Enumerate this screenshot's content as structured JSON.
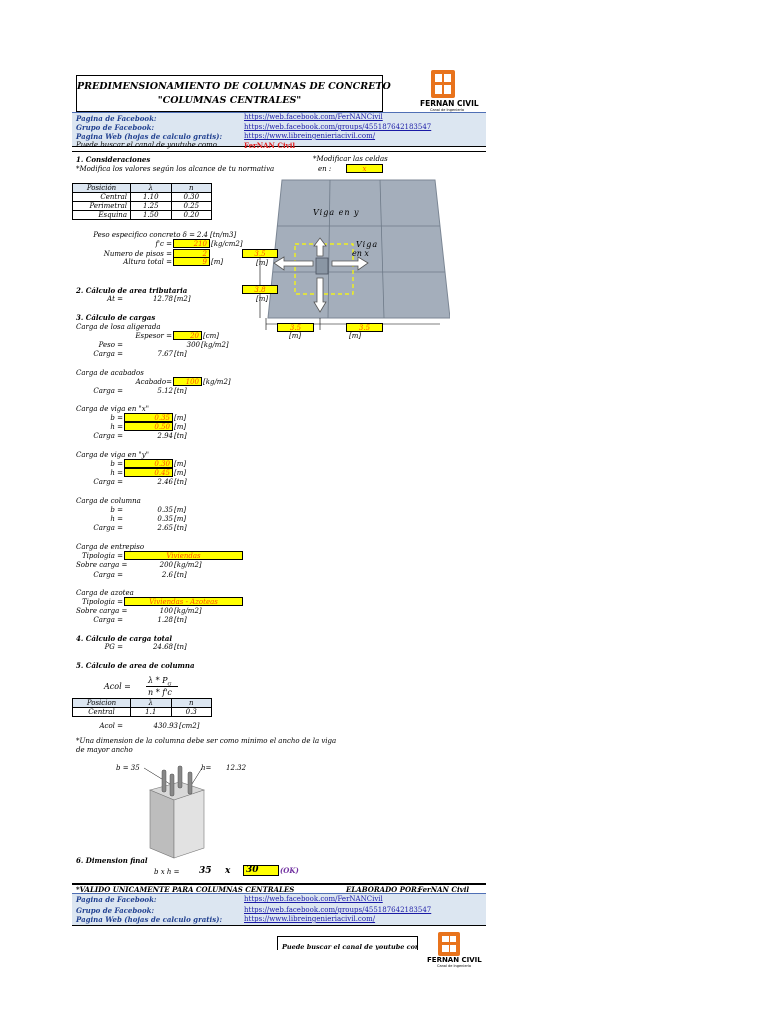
{
  "title": {
    "line1": "PREDIMENSIONAMIENTO DE COLUMNAS DE CONCRETO",
    "line2": "\"COLUMNAS CENTRALES\""
  },
  "logo": {
    "name": "FERNAN CIVIL",
    "sub": "Canal de Ingeniería"
  },
  "links": {
    "facebook_page_label": "Pagina de Facebook:",
    "facebook_page_url": "https://web.facebook.com/FerNANCivil",
    "facebook_group_label": "Grupo de Facebook:",
    "facebook_group_url": "https://web.facebook.com/groups/455187642183547",
    "web_label": "Pagina Web (hojas de calculo gratis):",
    "web_url": "https://www.libreingenieriacivil.com/",
    "youtube_label": "Puede buscar el canal de youtube como",
    "youtube_value": "FerNAN Civil"
  },
  "s1": {
    "heading": "1. Consideraciones",
    "note": "*Modifica los valores según los alcance de tu normativa",
    "modify_note": "*Modificar las celdas",
    "modify_en": "en :",
    "modify_cell": "x",
    "table": {
      "headers": [
        "Posición",
        "λ",
        "n"
      ],
      "rows": [
        [
          "Central",
          "1.10",
          "0.30"
        ],
        [
          "Perimetral",
          "1.25",
          "0.25"
        ],
        [
          "Esquina",
          "1.50",
          "0.20"
        ]
      ]
    },
    "peso_label": "Peso especifico concreto δ =",
    "peso_value": "2.4",
    "peso_unit": "[tn/m3]",
    "fc_label": "f'c =",
    "fc_value": "210",
    "fc_unit": "[kg/cm2]",
    "pisos_label": "Numero de pisos =",
    "pisos_value": "2",
    "altura_label": "Altura total =",
    "altura_value": "9",
    "altura_unit": "[m]"
  },
  "diagram": {
    "viga_y": "Viga en y",
    "viga_x_1": "Viga",
    "viga_x_2": "en x",
    "dim_left_top": "3.5",
    "dim_left_top_unit": "[m]",
    "dim_left_bottom": "3.8",
    "dim_left_bottom_unit": "[m]",
    "dim_bottom_1": "3.5",
    "dim_bottom_1_unit": "[m]",
    "dim_bottom_2": "3.5",
    "dim_bottom_2_unit": "[m]"
  },
  "s2": {
    "heading": "2. Cálculo de area tributaria",
    "at_label": "At =",
    "at_value": "12.78",
    "at_unit": "[m2]"
  },
  "s3": {
    "heading": "3. Cálculo de cargas",
    "losa_title": "Carga de losa aligerada",
    "espesor_label": "Espesor =",
    "espesor_value": "20",
    "espesor_unit": "[cm]",
    "peso_label": "Peso =",
    "peso_value": "300",
    "peso_unit": "[kg/m2]",
    "carga1_label": "Carga =",
    "carga1_value": "7.67",
    "carga1_unit": "[tn]",
    "acab_title": "Carga de acabados",
    "acab_label": "Acabado=",
    "acab_value": "100",
    "acab_unit": "[kg/m2]",
    "carga2_label": "Carga =",
    "carga2_value": "5.12",
    "carga2_unit": "[tn]",
    "vx_title": "Carga de viga en \"x\"",
    "vx_b_label": "b =",
    "vx_b_value": "0.35",
    "vx_b_unit": "[m]",
    "vx_h_label": "h =",
    "vx_h_value": "0.50",
    "vx_h_unit": "[m]",
    "carga3_label": "Carga =",
    "carga3_value": "2.94",
    "carga3_unit": "[tn]",
    "vy_title": "Carga de viga en \"y\"",
    "vy_b_label": "b =",
    "vy_b_value": "0.30",
    "vy_b_unit": "[m]",
    "vy_h_label": "h =",
    "vy_h_value": "0.45",
    "vy_h_unit": "[m]",
    "carga4_label": "Carga =",
    "carga4_value": "2.46",
    "carga4_unit": "[tn]",
    "col_title": "Carga de columna",
    "col_b_label": "b =",
    "col_b_value": "0.35",
    "col_b_unit": "[m]",
    "col_h_label": "h =",
    "col_h_value": "0.35",
    "col_h_unit": "[m]",
    "carga5_label": "Carga =",
    "carga5_value": "2.65",
    "carga5_unit": "[tn]",
    "entre_title": "Carga de entrepiso",
    "tip1_label": "Tipologia =",
    "tip1_value": "Viviendas",
    "sc1_label": "Sobre carga =",
    "sc1_value": "200",
    "sc1_unit": "[kg/m2]",
    "carga6_label": "Carga =",
    "carga6_value": "2.6",
    "carga6_unit": "[tn]",
    "azo_title": "Carga de azotea",
    "tip2_label": "Tipologia =",
    "tip2_value": "Viviendas - Azoteas",
    "sc2_label": "Sobre carga =",
    "sc2_value": "100",
    "sc2_unit": "[kg/m2]",
    "carga7_label": "Carga =",
    "carga7_value": "1.28",
    "carga7_unit": "[tn]"
  },
  "s4": {
    "heading": "4. Cálculo de carga total",
    "pg_label": "PG =",
    "pg_value": "24.68",
    "pg_unit": "[tn]"
  },
  "s5": {
    "heading": "5. Cálculo de area de columna",
    "formula_lhs": "Acol =",
    "formula_num": "λ * P",
    "formula_num_sub": "G",
    "formula_den": "n * f'c",
    "table": {
      "headers": [
        "Posicion",
        "λ",
        "n"
      ],
      "rows": [
        [
          "Central",
          "1.1",
          "0.3"
        ]
      ]
    },
    "acol_label": "Acol =",
    "acol_value": "430.93",
    "acol_unit": "[cm2]",
    "note1": "*Una dimension de la columna debe ser como minimo el ancho de la viga",
    "note2": "de mayor ancho",
    "b_label": "b = 35",
    "h_label": "h=",
    "h_value": "12.32"
  },
  "s6": {
    "heading": "6. Dimension final",
    "bxh_label": "b x h =",
    "b_value": "35",
    "x": "x",
    "h_value": "30",
    "ok": "(OK)"
  },
  "footer": {
    "valid_note": "*VALIDO UNICAMENTE PARA COLUMNAS CENTRALES",
    "elaborado_label": "ELABORADO POR:",
    "elaborado_value": "FerNAN Civil",
    "youtube_box": "Puede buscar el canal de youtube como:"
  }
}
